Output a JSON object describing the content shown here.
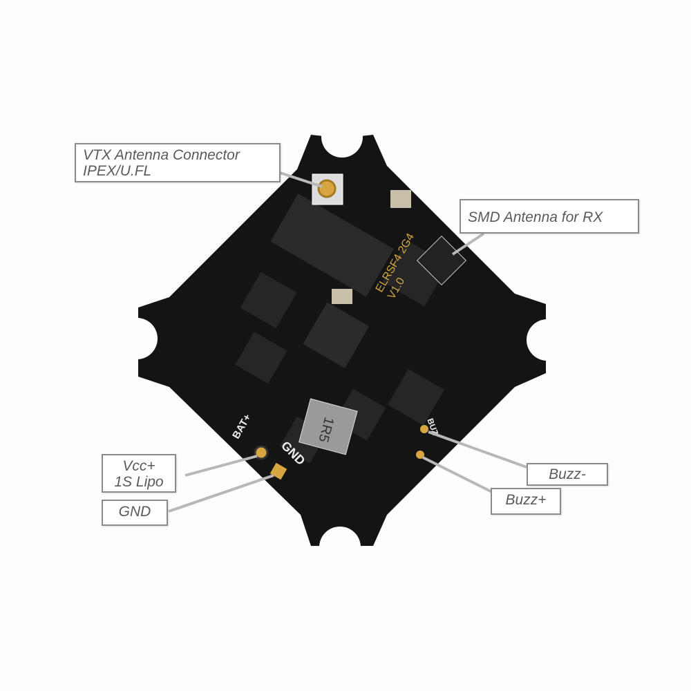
{
  "callouts": {
    "vtx_antenna": {
      "line1": "VTX Antenna Connector",
      "line2": "IPEX/U.FL"
    },
    "smd_antenna": "SMD Antenna for RX",
    "vcc": {
      "line1": "Vcc+",
      "line2": "1S Lipo"
    },
    "gnd": "GND",
    "buzz_minus": "Buzz-",
    "buzz_plus": "Buzz+"
  },
  "board": {
    "silkscreen_name": "ELRSF4 2G4",
    "silkscreen_version": "V1.0",
    "inductor_marking": "1R5",
    "pad_bat": "BAT+",
    "pad_gnd": "GND",
    "pad_buz": "BUZ"
  },
  "colors": {
    "board": "#141414",
    "pad_gold": "#d8a640",
    "label_border": "#8a8a8a",
    "label_text": "#5a5a5a",
    "leader_line": "#b8b8b8"
  }
}
